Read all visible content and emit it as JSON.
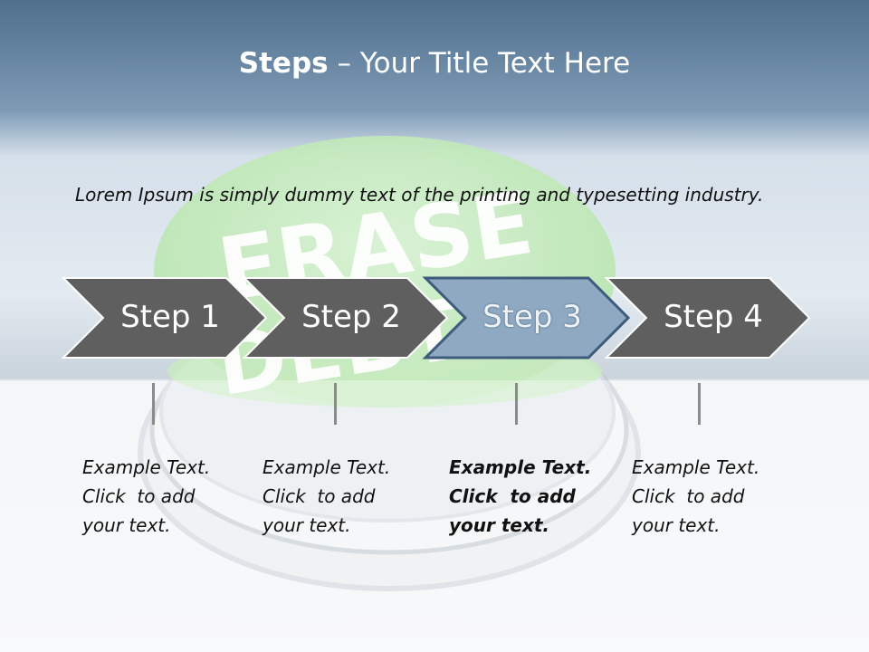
{
  "slide": {
    "title_bold": "Steps",
    "title_rest": " – Your Title Text Here",
    "lead": "Lorem Ipsum is simply dummy text of the printing and typesetting industry.",
    "button_text": "ERASE DEBT",
    "colors": {
      "header": "#5e7f9d",
      "arrow_default": "#5f5f5f",
      "arrow_active": "#8fa9c2",
      "arrow_active_border": "#3d5c7c",
      "button_green": "#bfe8b6"
    }
  },
  "steps": [
    {
      "label": "Step 1",
      "active": false,
      "desc": [
        "Example Text.",
        "Click  to add",
        "your text."
      ]
    },
    {
      "label": "Step 2",
      "active": false,
      "desc": [
        "Example Text.",
        "Click  to add",
        "your text."
      ]
    },
    {
      "label": "Step 3",
      "active": true,
      "desc": [
        "Example Text.",
        "Click  to add",
        "your text."
      ]
    },
    {
      "label": "Step 4",
      "active": false,
      "desc": [
        "Example Text.",
        "Click  to add",
        "your text."
      ]
    }
  ]
}
